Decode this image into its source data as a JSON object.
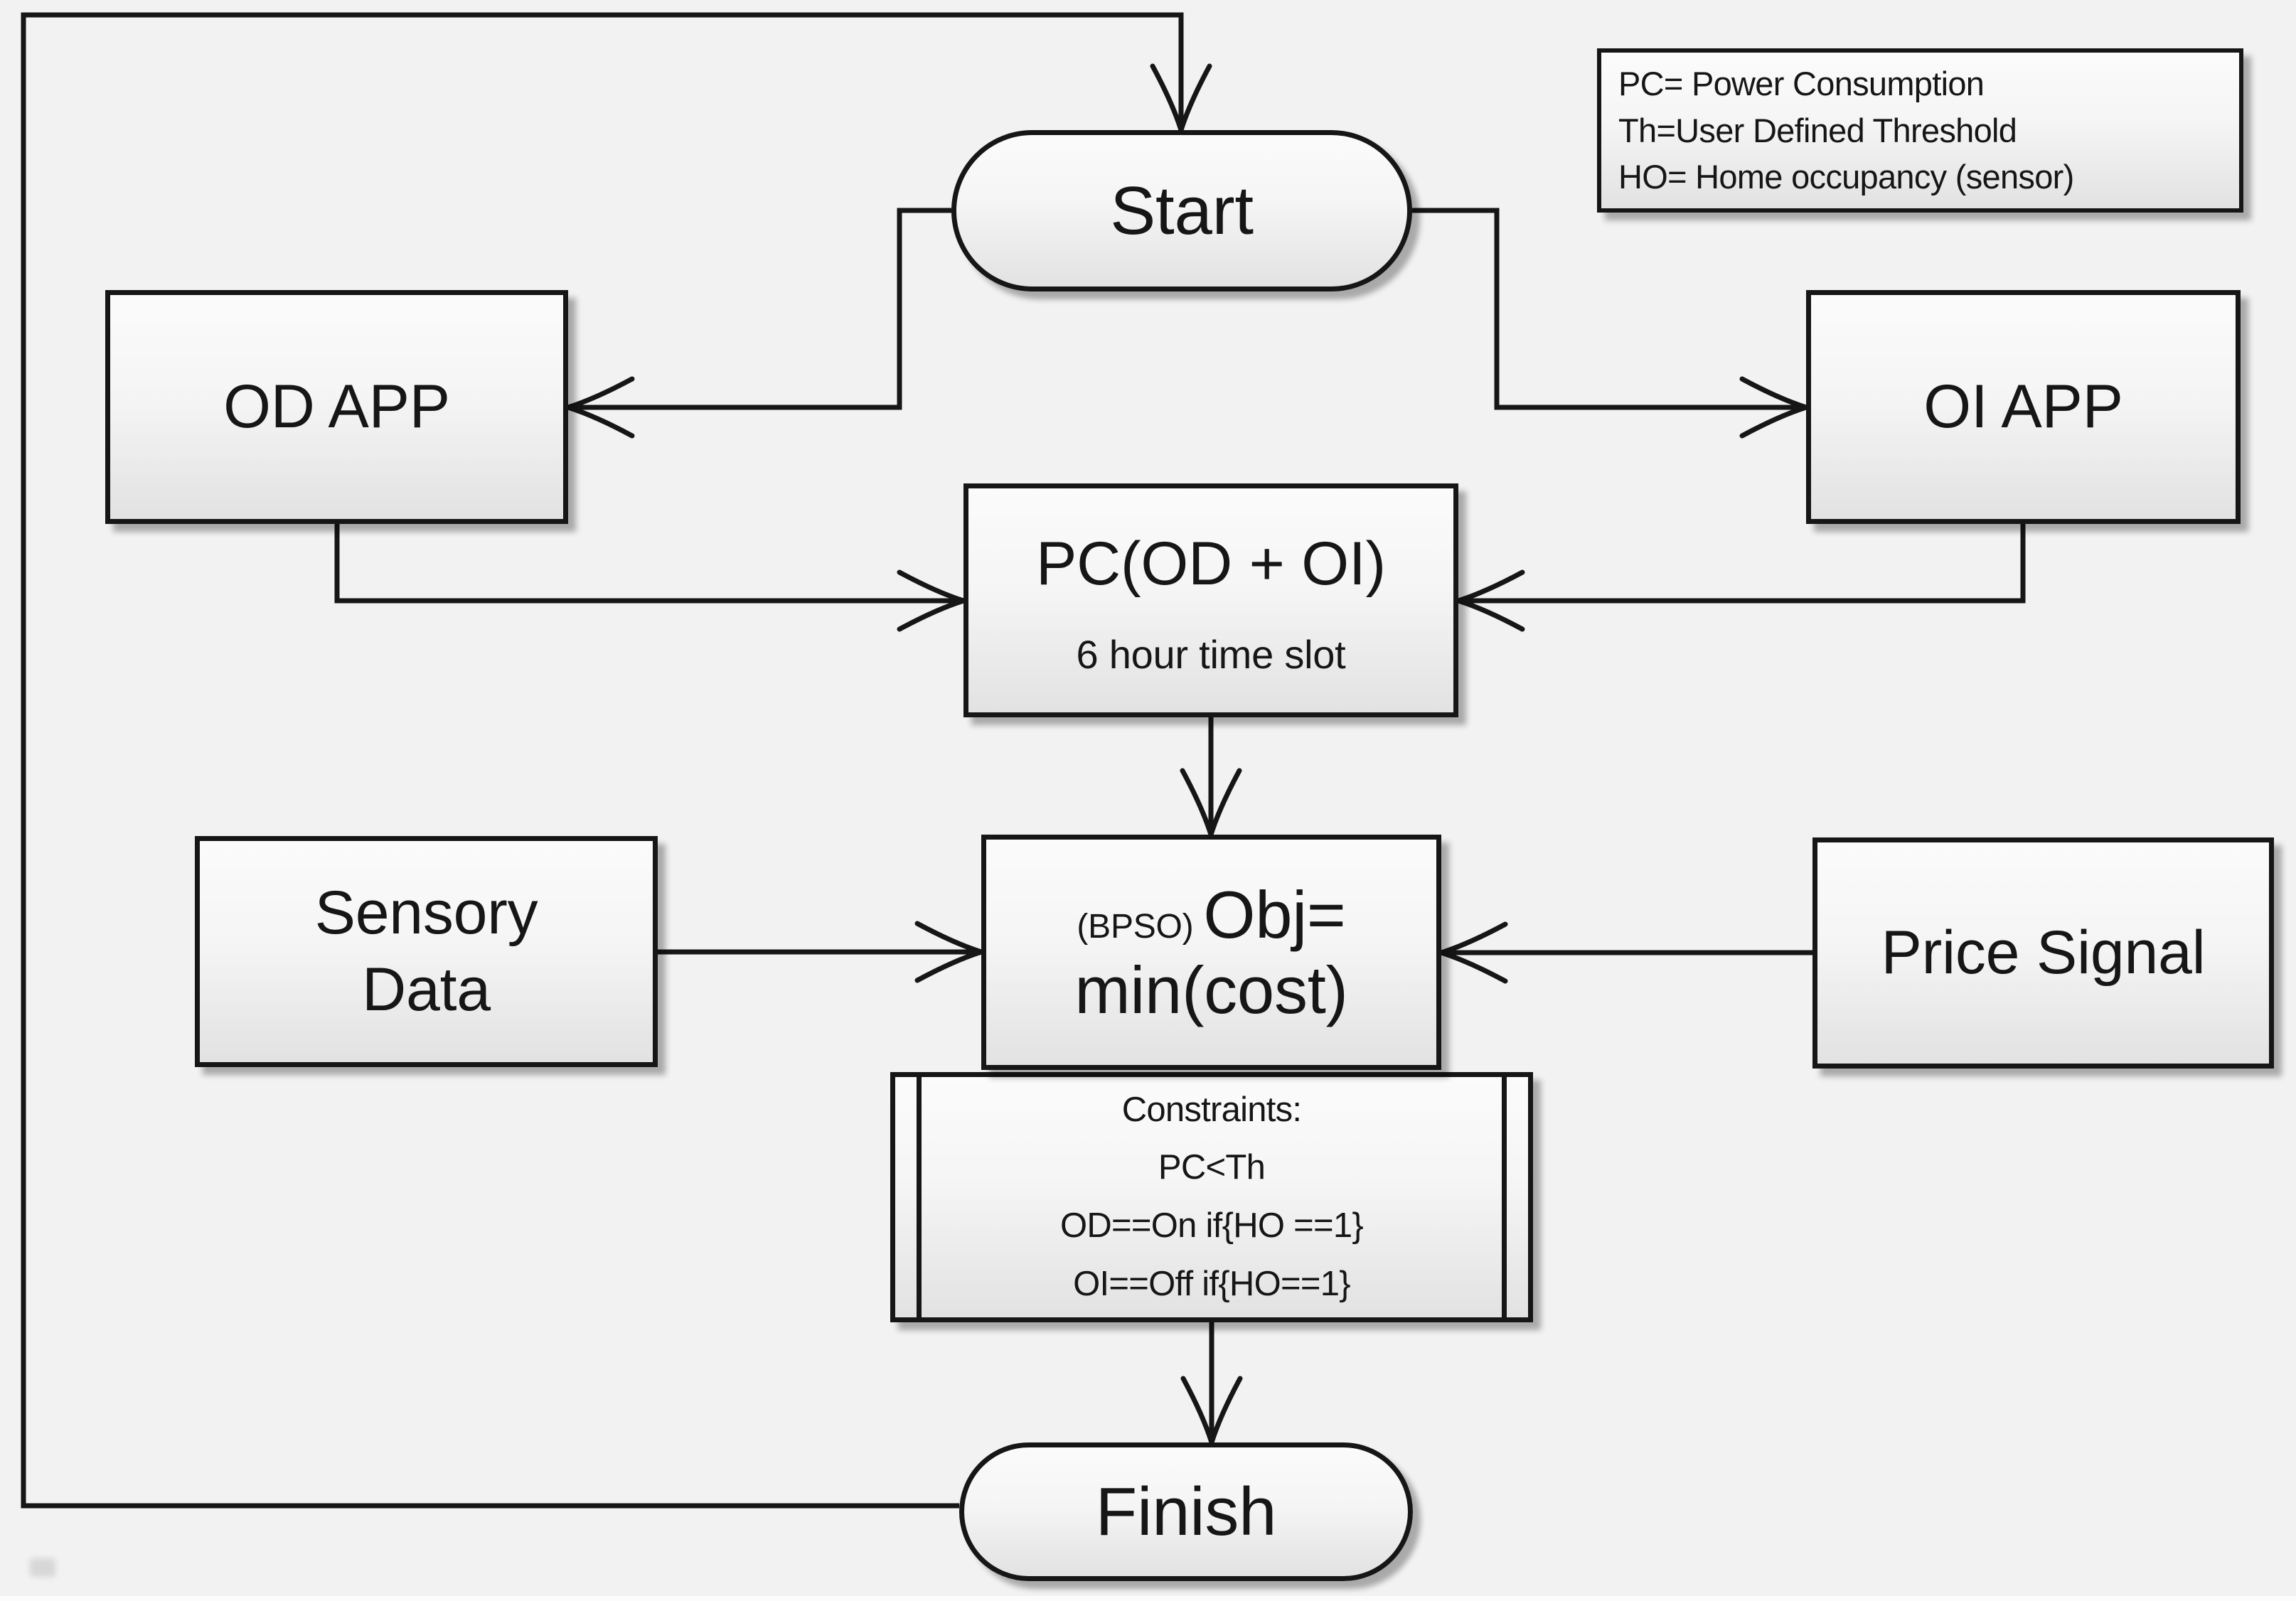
{
  "diagram": {
    "legend": {
      "lines": [
        "PC= Power Consumption",
        "Th=User Defined Threshold",
        "HO= Home occupancy (sensor)"
      ]
    },
    "nodes": {
      "start": {
        "label": "Start"
      },
      "od_app": {
        "label": "OD APP"
      },
      "oi_app": {
        "label": "OI APP"
      },
      "pc": {
        "title": "PC(OD + OI)",
        "subtitle": "6 hour time slot"
      },
      "sensory": {
        "line1": "Sensory",
        "line2": "Data"
      },
      "bpso": {
        "prefix": "(BPSO)",
        "obj": "Obj=",
        "line2": "min(cost)"
      },
      "price": {
        "label": "Price Signal"
      },
      "constraints": {
        "heading": "Constraints:",
        "rules": [
          "PC<Th",
          "OD==On if{HO ==1}",
          "OI==Off if{HO==1}"
        ]
      },
      "finish": {
        "label": "Finish"
      }
    },
    "colors": {
      "ink": "#161616",
      "background": "#f2f2f2",
      "node_fill_top": "#fbfbfb",
      "node_fill_bottom": "#e2e2e2"
    }
  }
}
